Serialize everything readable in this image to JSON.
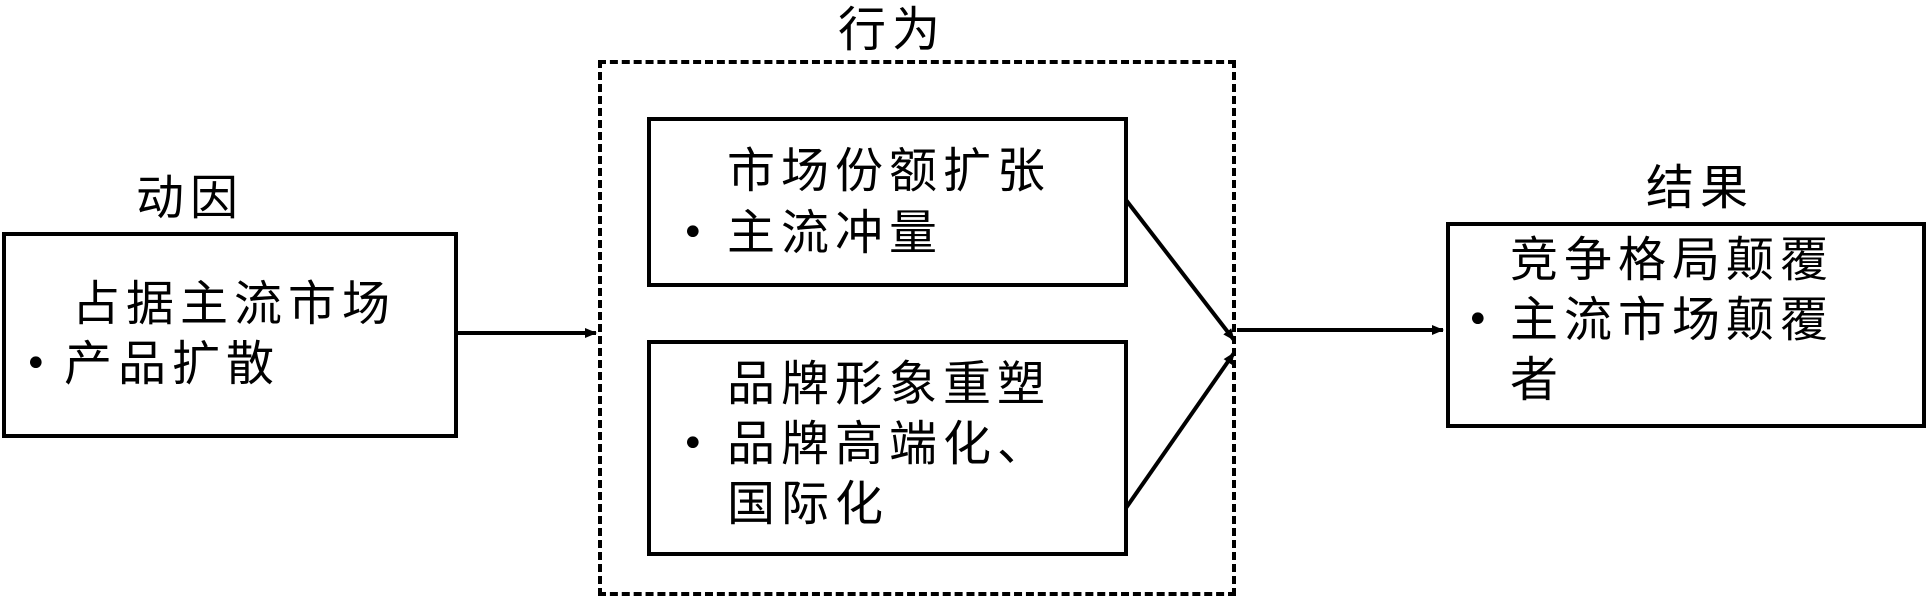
{
  "diagram": {
    "cause": {
      "title": "动因",
      "lines": [
        "占据主流市场",
        "产品扩散"
      ]
    },
    "behavior": {
      "title": "行为",
      "box1": {
        "lines": [
          "市场份额扩张",
          "主流冲量"
        ]
      },
      "box2": {
        "lines": [
          "品牌形象重塑",
          "品牌高端化、",
          "国际化"
        ]
      }
    },
    "result": {
      "title": "结果",
      "lines": [
        "竞争格局颠覆",
        "主流市场颠覆",
        "者"
      ]
    },
    "bullet": "•"
  }
}
